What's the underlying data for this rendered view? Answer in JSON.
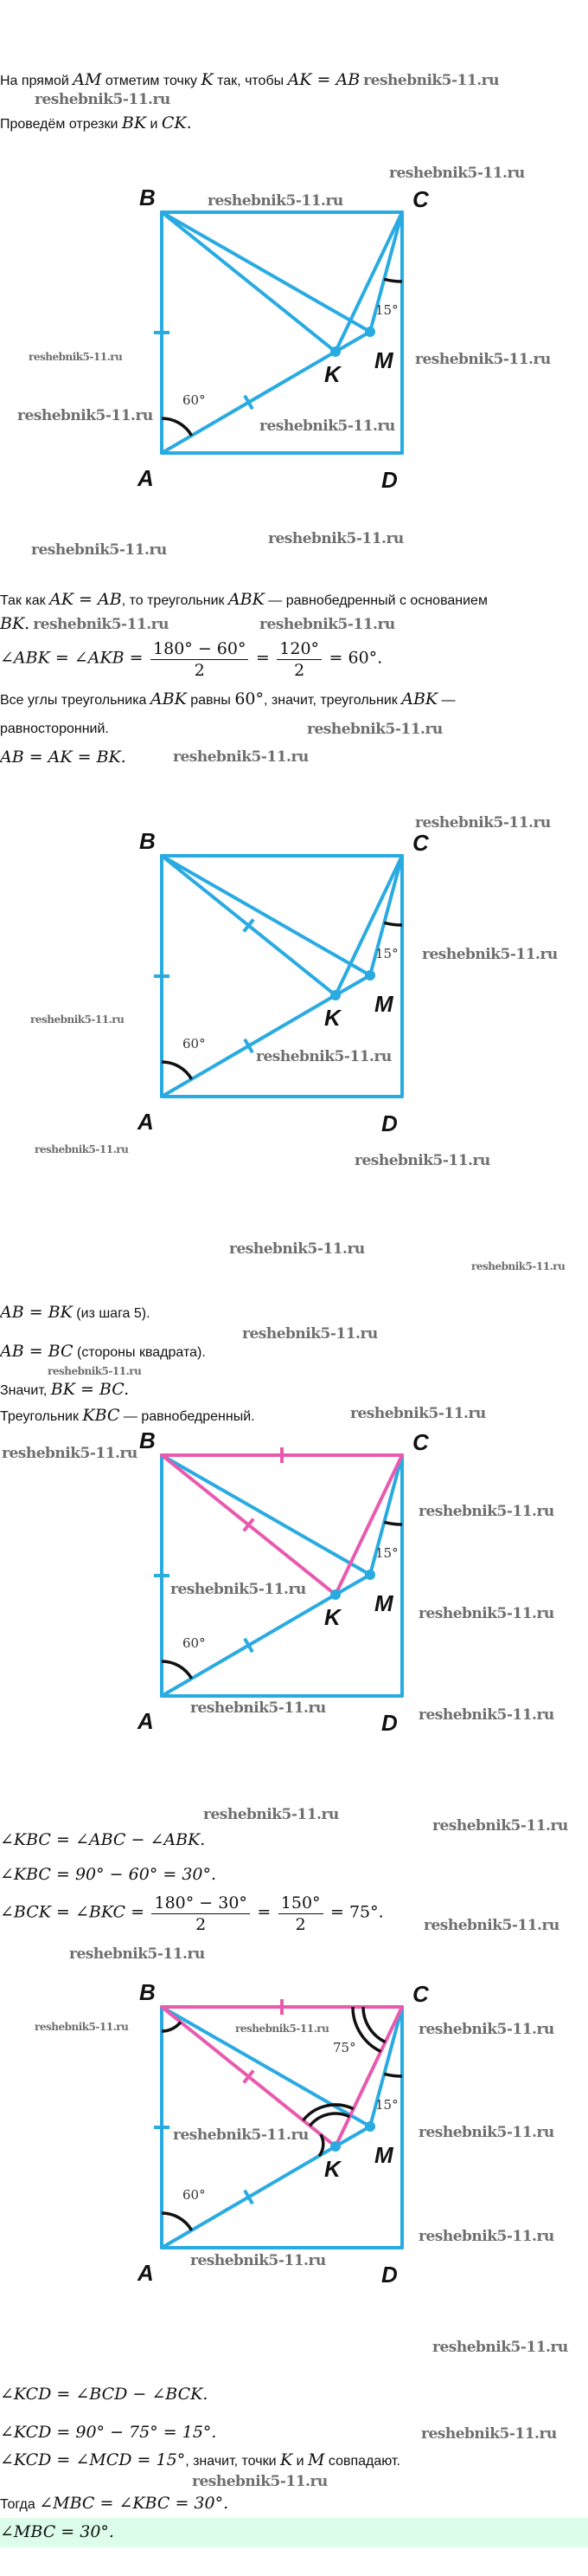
{
  "watermark": "reshebnik5-11.ru",
  "colors": {
    "blue": "#29abe2",
    "pink": "#e95aaf",
    "arc": "#111111",
    "answer_bg": "#dbfde9"
  },
  "step1": {
    "t1": "На прямой ",
    "m1": "AM",
    "t2": " отметим точку ",
    "m2": "K",
    "t3": " так, чтобы ",
    "m3": "AK = AB",
    "t4": "Проведём отрезки ",
    "m4": "BK",
    "t5": " и ",
    "m5": "CK."
  },
  "labels": {
    "A": "A",
    "B": "B",
    "C": "C",
    "D": "D",
    "K": "K",
    "M": "M",
    "a60": "60°",
    "a15": "15°",
    "a75": "75°"
  },
  "step2": {
    "t1": "Так как ",
    "m1": "AK = AB",
    "t2": ", то треугольник ",
    "m2": "ABK",
    "t3": " — равнобедренный с основанием",
    "m3": "BK.",
    "f_left": "∠ABK = ∠AKB =",
    "f1_num": "180° − 60°",
    "f1_den": "2",
    "f_eq": "=",
    "f2_num": "120°",
    "f2_den": "2",
    "f_right": "= 60°.",
    "t4": "Все углы треугольника ",
    "m4": "ABK",
    "t5": " равны ",
    "m5": "60°",
    "t6": ", значит, треугольник ",
    "m6": "ABK",
    "t7": " —",
    "t8": "равносторонний.",
    "m7": "AB = AK = BK."
  },
  "step3": {
    "m1": "AB = BK",
    "t1": " (из шага 5).",
    "m2": "AB = BC",
    "t2": " (стороны квадрата).",
    "t3": "Значит, ",
    "m3": "BK = BC.",
    "t4": "Треугольник ",
    "m4": "KBC",
    "t5": " — равнобедренный."
  },
  "step4": {
    "l1": "∠KBC = ∠ABC − ∠ABK.",
    "l2": "∠KBC = 90° − 60° = 30°.",
    "f_left": "∠BCK = ∠BKC =",
    "f1_num": "180° − 30°",
    "f1_den": "2",
    "f_eq": "=",
    "f2_num": "150°",
    "f2_den": "2",
    "f_right": "= 75°."
  },
  "step5": {
    "l1": "∠KCD = ∠BCD − ∠BCK.",
    "l2": "∠KCD = 90° − 75° = 15°.",
    "m3": "∠KCD = ∠MCD = 15°",
    "t3": ", значит, точки ",
    "m4": "K",
    "t4": " и ",
    "m5": "M",
    "t5": " совпадают.",
    "t6": "Тогда ",
    "m6": "∠MBC = ∠KBC = 30°."
  },
  "answer": "∠MBC = 30°."
}
